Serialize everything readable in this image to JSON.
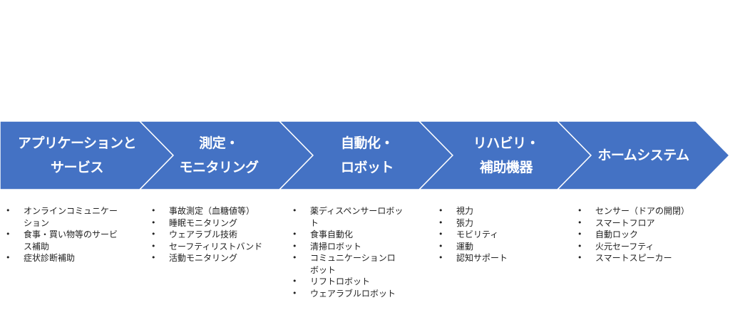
{
  "colors": {
    "chevron_fill": "#4472C4",
    "chevron_border": "#ffffff",
    "label_text": "#ffffff",
    "list_text": "#222222"
  },
  "stages": [
    {
      "lines": [
        "アプリケーションと",
        "サービス"
      ],
      "items": [
        "オンラインコミュニケー\nション",
        "食事・買い物等のサービ\nス補助",
        "症状診断補助"
      ]
    },
    {
      "lines": [
        "測定・",
        "モニタリング"
      ],
      "items": [
        "事故測定（血糖値等）",
        "睡眠モニタリング",
        "ウェアラブル技術",
        "セーフティリストバンド",
        "活動モニタリング"
      ]
    },
    {
      "lines": [
        "自動化・",
        "ロボット"
      ],
      "items": [
        "薬ディスペンサーロボッ\nト",
        "食事自動化",
        "清掃ロボット",
        "コミュニケーションロ\nボット",
        "リフトロボット",
        "ウェアラブルロボット"
      ]
    },
    {
      "lines": [
        "リハビリ・",
        "補助機器"
      ],
      "items": [
        "視力",
        "張力",
        "モビリティ",
        "運動",
        "認知サポート"
      ]
    },
    {
      "lines": [
        "ホームシステム"
      ],
      "items": [
        "センサー（ドアの開閉）",
        "スマートフロア",
        "自動ロック",
        "火元セーフティ",
        "スマートスピーカー"
      ]
    }
  ]
}
